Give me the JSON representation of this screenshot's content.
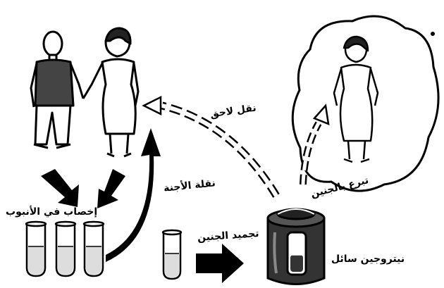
{
  "labels": {
    "later_transfer": "نقل لاحق",
    "embryo_transfer": "نقلة الأجنة",
    "ivf": "إخصاب في الأنبوب",
    "embryo_donation": "تبرع بالجنين",
    "embryo_freezing": "تجميد الجنين",
    "liquid_nitrogen": "نيتروجين سائل"
  },
  "colors": {
    "ink": "#000000",
    "paper": "#ffffff",
    "liquid": "#dddddd"
  }
}
